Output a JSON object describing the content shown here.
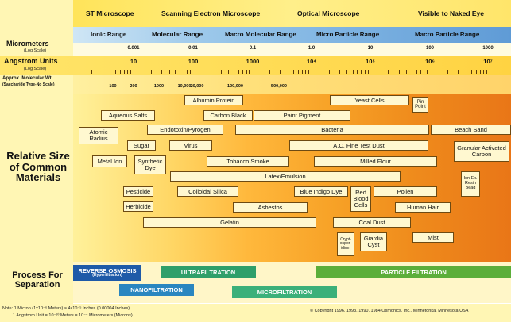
{
  "top_header": {
    "stm": "ST Microscope",
    "sem": "Scanning Electron Microscope",
    "optical": "Optical Microscope",
    "naked_eye": "Visible to Naked Eye"
  },
  "ranges": {
    "ionic": "Ionic Range",
    "molecular": "Molecular Range",
    "macro_molecular": "Macro Molecular Range",
    "micro_particle": "Micro Particle Range",
    "macro_particle": "Macro Particle Range"
  },
  "left_labels": {
    "micrometers": "Micrometers",
    "micrometers_scale": "(Log Scale)",
    "angstrom": "Angstrom Units",
    "angstrom_scale": "(Log Scale)",
    "molwt": "Approx. Molecular Wt.",
    "molwt_scale": "(Saccharide Type-No Scale)",
    "relative": "Relative Size of Common Materials",
    "process": "Process For Separation"
  },
  "micrometer_ticks": [
    "0.001",
    "0.01",
    "0.1",
    "1.0",
    "10",
    "100",
    "1000"
  ],
  "angstrom_ticks": [
    "10",
    "100",
    "1000",
    "10⁴",
    "10⁵",
    "10⁶",
    "10⁷"
  ],
  "molwt_ticks": [
    "100",
    "200",
    "1000",
    "10,000",
    "20,000",
    "100,000",
    "500,000"
  ],
  "materials": {
    "albumin": "Albumin Protein",
    "yeast": "Yeast Cells",
    "pin_point": "Pin Point",
    "aqueous_salts": "Aqueous Salts",
    "carbon_black": "Carbon Black",
    "paint_pigment": "Paint Pigment",
    "endotoxin": "Endotoxin/Pyrogen",
    "bacteria": "Bacteria",
    "beach_sand": "Beach Sand",
    "atomic_radius": "Atomic Radius",
    "sugar": "Sugar",
    "virus": "Virus",
    "ac_dust": "A.C. Fine Test Dust",
    "granular_carbon": "Granular Activated Carbon",
    "metal_ion": "Metal Ion",
    "synthetic_dye": "Synthetic Dye",
    "tobacco": "Tobacco Smoke",
    "milled_flour": "Milled Flour",
    "latex": "Latex/Emulsion",
    "ion_ex": "Ion Ex. Resin Bead",
    "pesticide": "Pesticide",
    "colloidal_silica": "Colloidal Silica",
    "blue_indigo": "Blue Indigo Dye",
    "red_blood": "Red Blood Cells",
    "pollen": "Pollen",
    "herbicide": "Herbicide",
    "asbestos": "Asbestos",
    "human_hair": "Human Hair",
    "gelatin": "Gelatin",
    "coal_dust": "Coal Dust",
    "crypto": "Crypt-ospor-idium",
    "giardia": "Giardia Cyst",
    "mist": "Mist"
  },
  "processes": {
    "ro": "REVERSE OSMOSIS",
    "ro_sub": "(Hyperfiltration)",
    "nano": "NANOFILTRATION",
    "ultra": "ULTRAFILTRATION",
    "particle": "PARTICLE FILTRATION",
    "micro": "MICROFILTRATION"
  },
  "footer": {
    "note1": "Note: 1 Micron (1x10⁻⁶ Meters) ≈ 4x10⁻⁵ Inches (0.00004 Inches)",
    "note2": "1 Angstrom Unit = 10⁻¹⁰ Meters = 10⁻⁴ Micrometers (Microns)",
    "copyright": "© Copyright 1996, 1993, 1990, 1984 Osmonics, Inc., Minnetonka, Minnesota USA"
  },
  "colors": {
    "ro": "#1e5aa8",
    "nano": "#2a86c0",
    "ultra": "#2f9f6a",
    "particle": "#5cae3a",
    "micro": "#3bb07a",
    "range_band": "#b8d8f0"
  }
}
